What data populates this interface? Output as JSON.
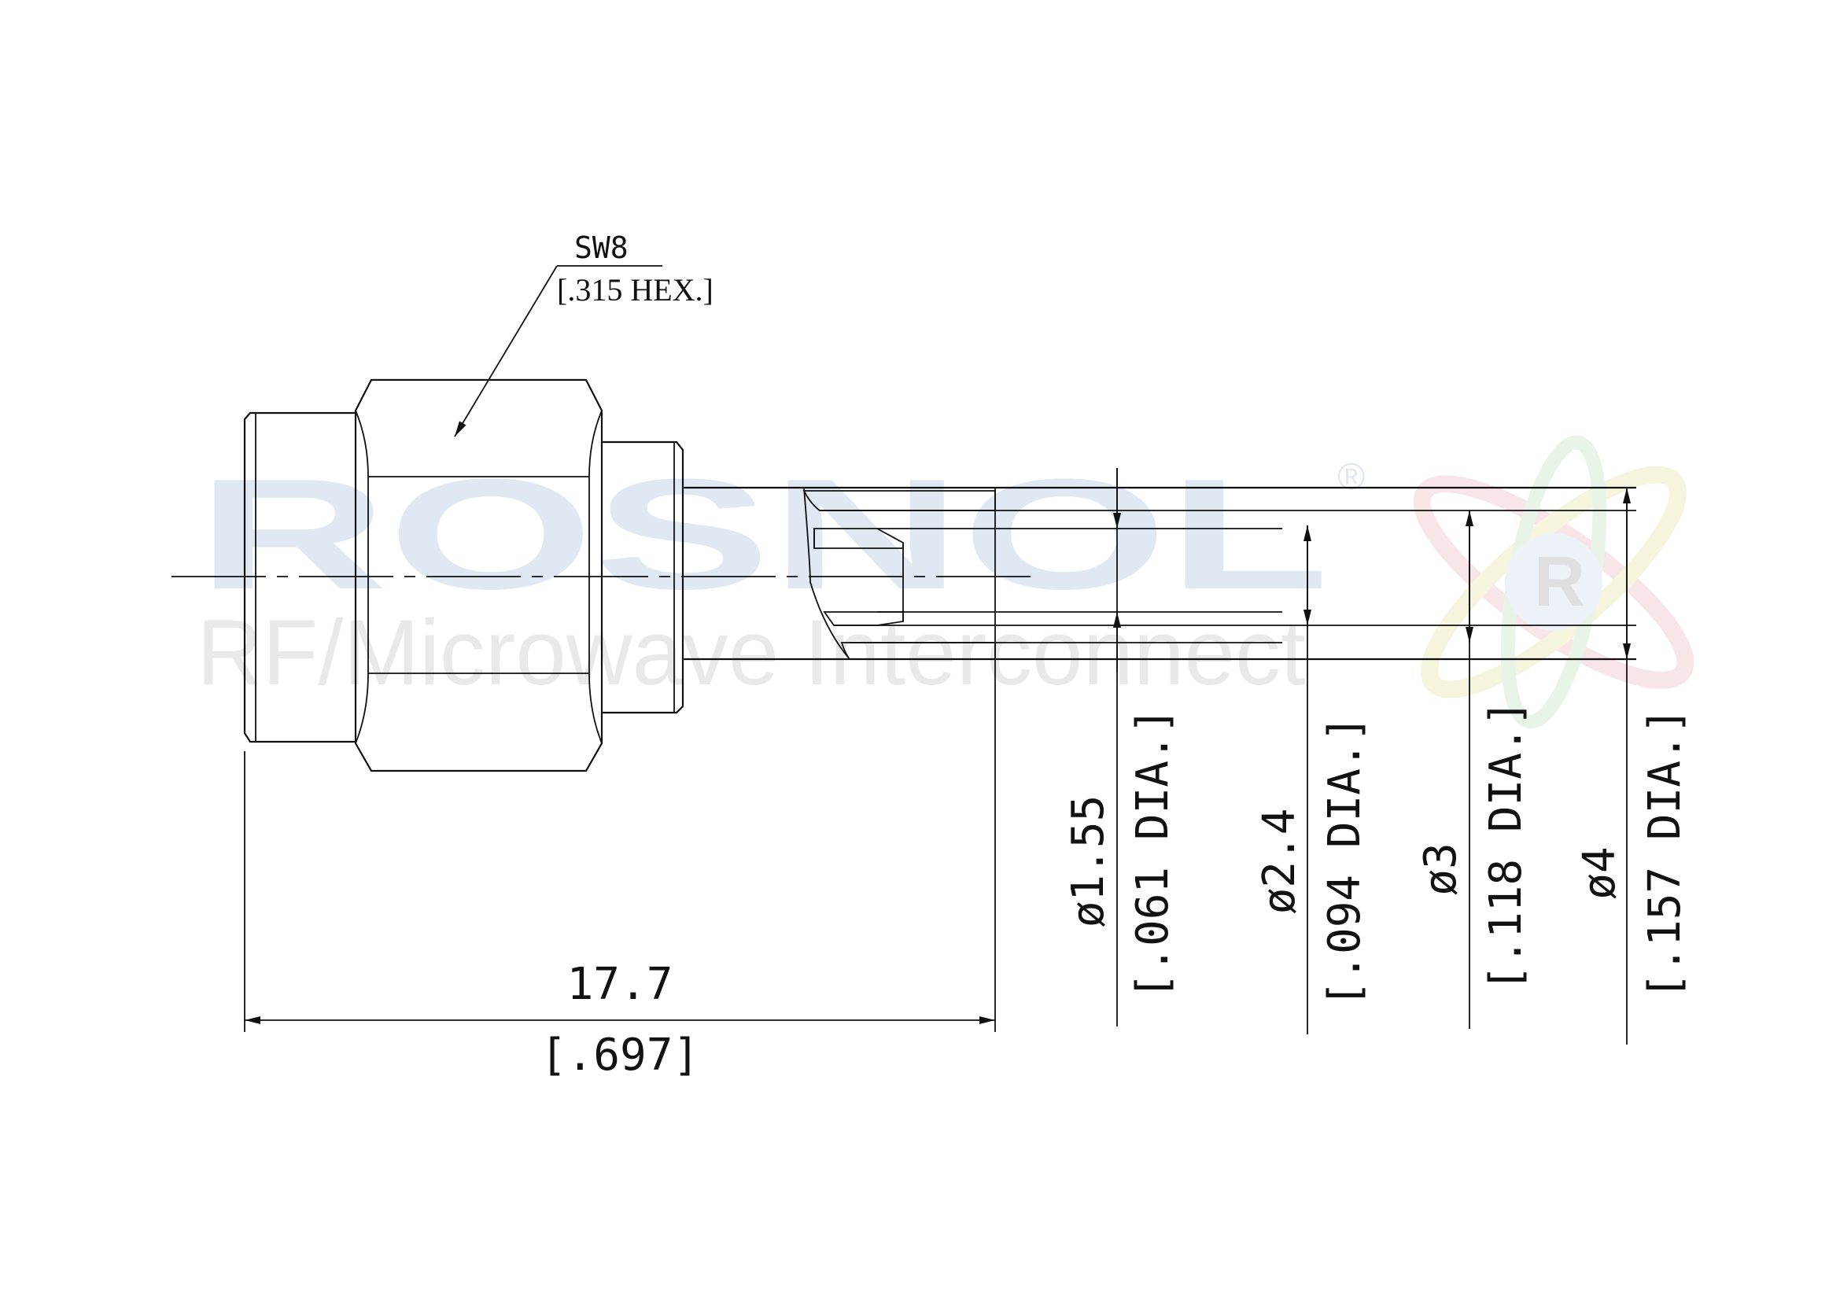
{
  "watermark": {
    "brand": "ROSNOL",
    "tagline": "RF/Microwave Interconnect",
    "registered": "®",
    "logo_letter": "R",
    "color": "#dfe8f3",
    "tagline_color": "#e9e9e9"
  },
  "hex_callout": {
    "size_label": "SW8",
    "size_inch": "[.315 HEX.]"
  },
  "length_dimension": {
    "mm": "17.7",
    "inch": "[.697]"
  },
  "diameter_dimensions": [
    {
      "mm": "ø1.55",
      "inch": "[.061 DIA.]"
    },
    {
      "mm": "ø2.4",
      "inch": "[.094 DIA.]"
    },
    {
      "mm": "ø3",
      "inch": "[.118 DIA.]"
    },
    {
      "mm": "ø4",
      "inch": "[.157 DIA.]"
    }
  ]
}
